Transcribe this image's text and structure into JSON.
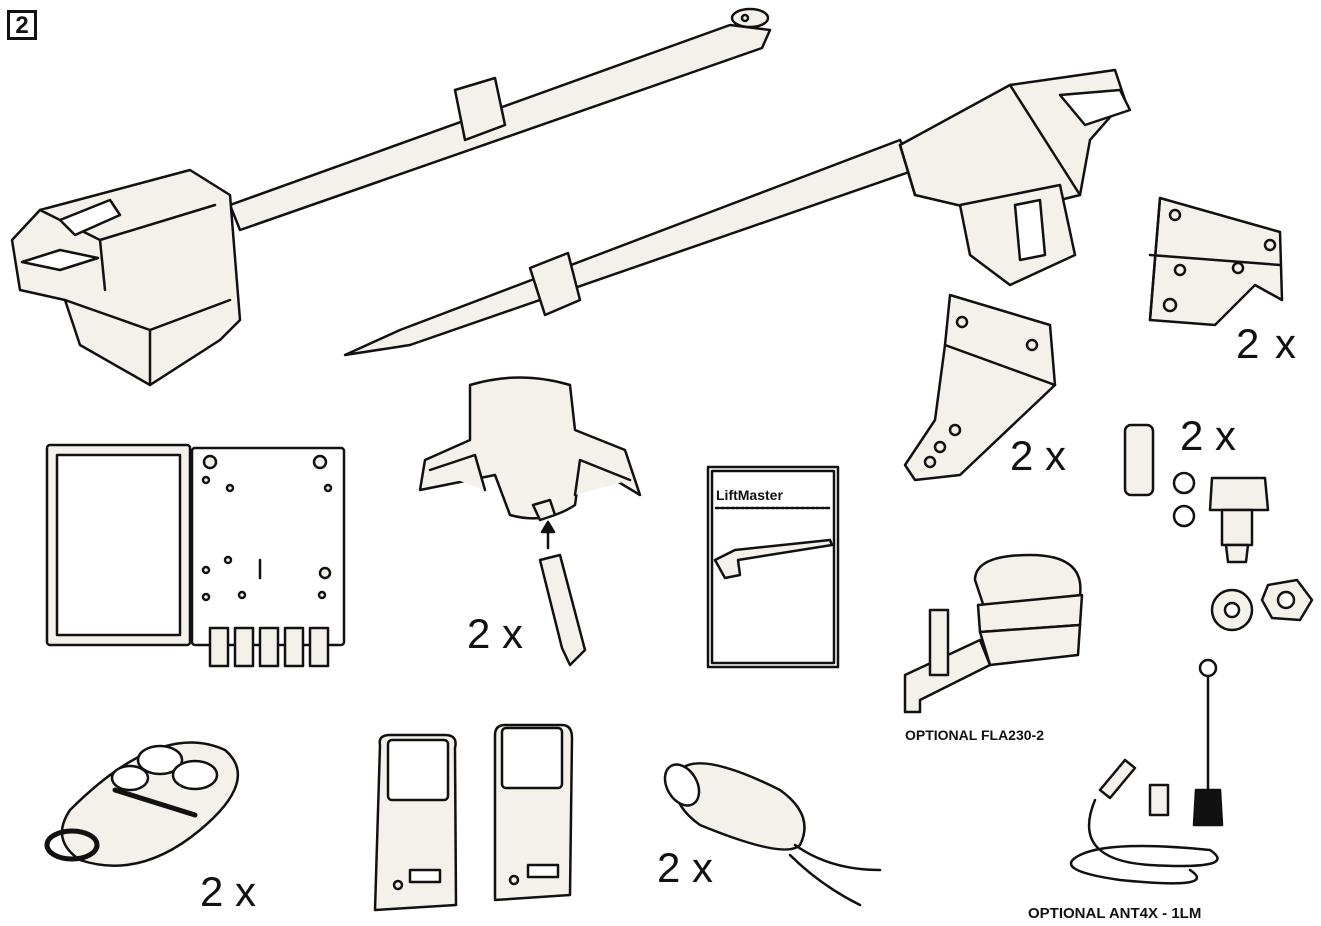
{
  "figure_number": "2",
  "quantity_label": "2 x",
  "optional_flash_label": "OPTIONAL  FLA230-2",
  "optional_antenna_label": "OPTIONAL  ANT4X - 1LM",
  "manual_brand": "LiftMaster",
  "parts": [
    "operator-arm-left-icon",
    "operator-arm-right-icon",
    "mounting-bracket-icon",
    "post-bracket-icon",
    "control-box-icon",
    "release-key-icon",
    "instruction-manual-icon",
    "hardware-kit-icon",
    "warning-light-icon",
    "remote-control-icon",
    "photocell-icon",
    "capacitor-icon",
    "antenna-kit-icon"
  ],
  "colors": {
    "outline": "#111111",
    "fill": "#f4f1ea",
    "background": "#ffffff"
  }
}
